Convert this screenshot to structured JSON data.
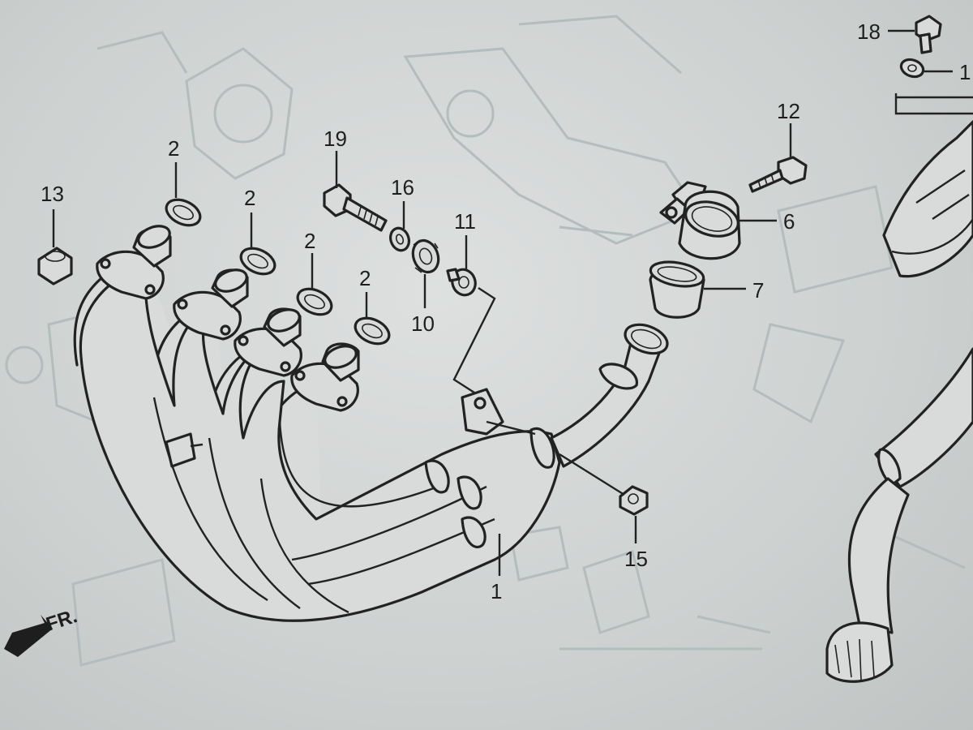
{
  "diagram": {
    "callouts": [
      {
        "id": "c13",
        "text": "13"
      },
      {
        "id": "c2a",
        "text": "2"
      },
      {
        "id": "c2b",
        "text": "2"
      },
      {
        "id": "c2c",
        "text": "2"
      },
      {
        "id": "c2d",
        "text": "2"
      },
      {
        "id": "c19",
        "text": "19"
      },
      {
        "id": "c16",
        "text": "16"
      },
      {
        "id": "c11",
        "text": "11"
      },
      {
        "id": "c10",
        "text": "10"
      },
      {
        "id": "c12",
        "text": "12"
      },
      {
        "id": "c6",
        "text": "6"
      },
      {
        "id": "c7",
        "text": "7"
      },
      {
        "id": "c18",
        "text": "18"
      },
      {
        "id": "c1r",
        "text": "1"
      },
      {
        "id": "c1",
        "text": "1"
      },
      {
        "id": "c15",
        "text": "15"
      }
    ],
    "direction_marker": {
      "text": "FR.",
      "icon": "front-arrow-icon"
    }
  }
}
